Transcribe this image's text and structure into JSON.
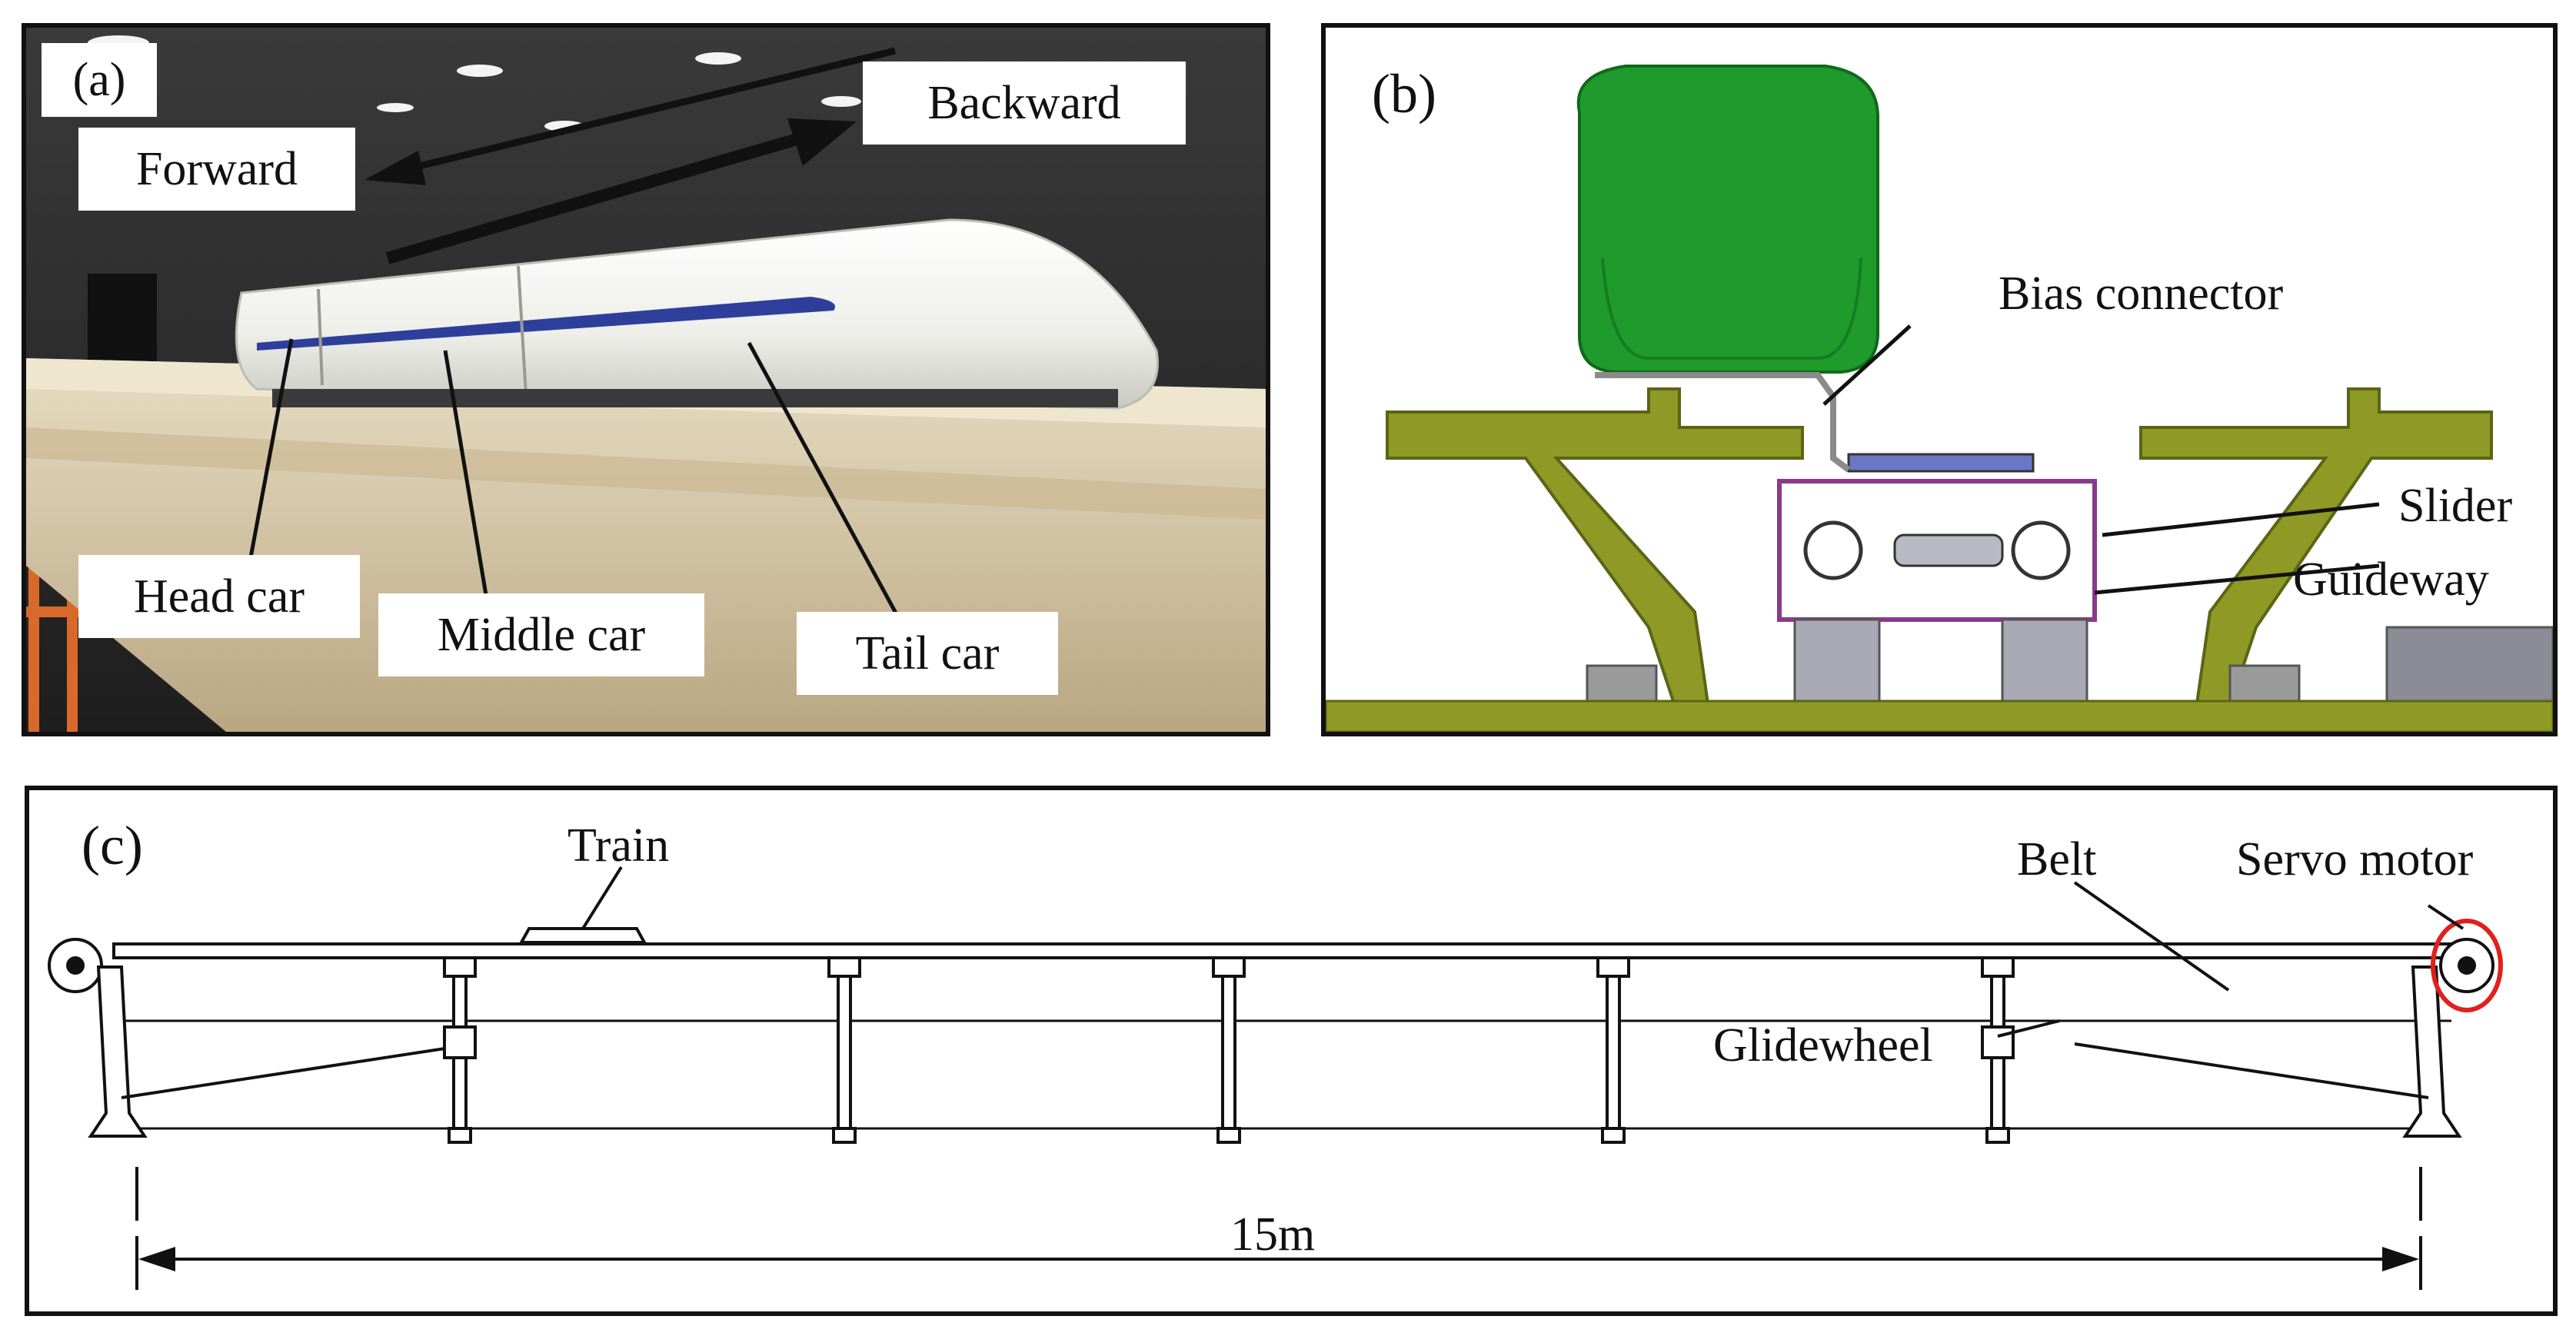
{
  "panel_a": {
    "label": "(a)",
    "forward": "Forward",
    "backward": "Backward",
    "head_car": "Head car",
    "middle_car": "Middle car",
    "tail_car": "Tail car",
    "colors": {
      "train_body": "#f2f2ee",
      "stripe": "#2d3f9a",
      "track": "#d7c8a6",
      "rail_support": "#d9692b"
    }
  },
  "panel_b": {
    "label": "(b)",
    "bias_connector": "Bias connector",
    "slider": "Slider",
    "guideway": "Guideway",
    "colors": {
      "train_section": "#1f9a2c",
      "guideway": "#8f9a26",
      "slider_outline": "#8a3a8a",
      "wheel": "#a9a9b6"
    }
  },
  "panel_c": {
    "label": "(c)",
    "train": "Train",
    "belt": "Belt",
    "servo_motor": "Servo motor",
    "glidewheel": "Glidewheel",
    "length": "15m",
    "colors": {
      "servo_highlight": "#e0201c",
      "lines": "#111111"
    }
  }
}
